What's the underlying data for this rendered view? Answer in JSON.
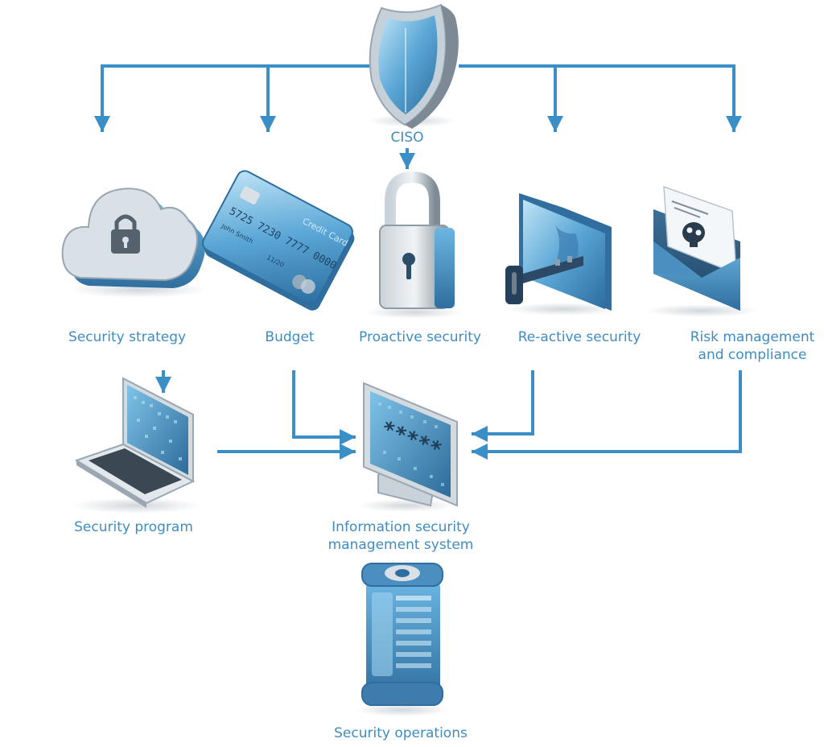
{
  "nodes": {
    "ciso": {
      "label": "CISO",
      "icon": "shield-icon"
    },
    "security_strategy": {
      "label": "Security strategy",
      "icon": "cloud-lock-icon"
    },
    "budget": {
      "label": "Budget",
      "icon": "credit-card-icon",
      "card": {
        "number": "5725 7230 7777 0000",
        "holder": "John Smith",
        "expiry": "11/20",
        "brand": "Credit Card"
      }
    },
    "proactive_security": {
      "label": "Proactive security",
      "icon": "padlock-icon"
    },
    "reactive_security": {
      "label": "Re-active security",
      "icon": "folder-key-icon"
    },
    "risk_management": {
      "label_line1": "Risk management",
      "label_line2": "and compliance",
      "icon": "envelope-skull-icon"
    },
    "security_program": {
      "label": "Security program",
      "icon": "laptop-icon"
    },
    "isms": {
      "label_line1": "Information security",
      "label_line2": "management system",
      "icon": "monitor-password-icon",
      "password_mask": "*****"
    },
    "security_operations": {
      "label": "Security operations",
      "icon": "server-icon"
    }
  },
  "colors": {
    "line": "#3a8fc6",
    "label": "#3f8dc0",
    "icon_dark": "#2d5f86",
    "icon_mid": "#4b8fc0",
    "icon_light": "#9ed2ee",
    "metal": "#8e9aa5"
  }
}
